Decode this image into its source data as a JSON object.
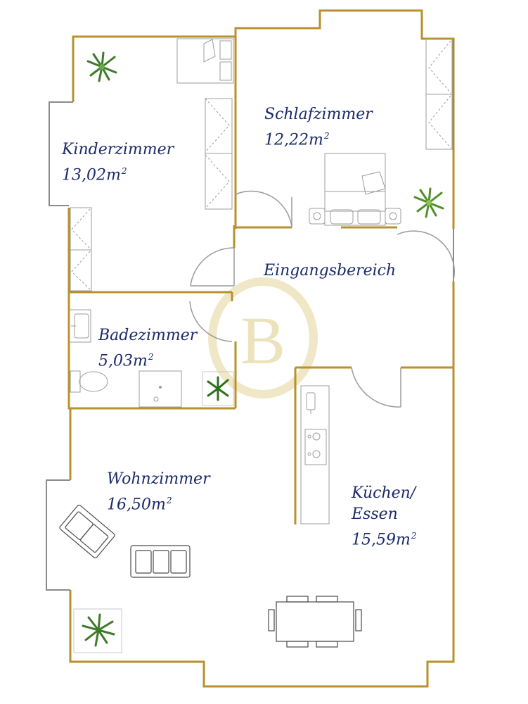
{
  "plan": {
    "accent_wall_color": "#b8912d",
    "window_color": "#8a8a8a",
    "label_color": "#1b2a6b",
    "watermark": {
      "letter": "B",
      "color": "#ece3bd"
    },
    "rooms": {
      "kinderzimmer": {
        "name": "Kinderzimmer",
        "area": "13,02",
        "unit": "m",
        "exp": "2"
      },
      "schlafzimmer": {
        "name": "Schlafzimmer",
        "area": "12,22",
        "unit": "m",
        "exp": "2"
      },
      "eingangsbereich": {
        "name": "Eingangsbereich"
      },
      "badezimmer": {
        "name": "Badezimmer",
        "area": "5,03",
        "unit": "m",
        "exp": "2"
      },
      "wohnzimmer": {
        "name": "Wohnzimmer",
        "area": "16,50",
        "unit": "m",
        "exp": "2"
      },
      "kuechen_essen": {
        "name_line1": "Küchen/",
        "name_line2": "Essen",
        "area": "15,59",
        "unit": "m",
        "exp": "2"
      }
    },
    "icons": [
      "plant-icon",
      "bed-icon",
      "wardrobe-icon",
      "sink-icon",
      "toilet-icon",
      "shower-icon",
      "stove-icon",
      "sofa-icon",
      "armchair-icon",
      "dining-table-icon",
      "door-swing-icon"
    ]
  }
}
